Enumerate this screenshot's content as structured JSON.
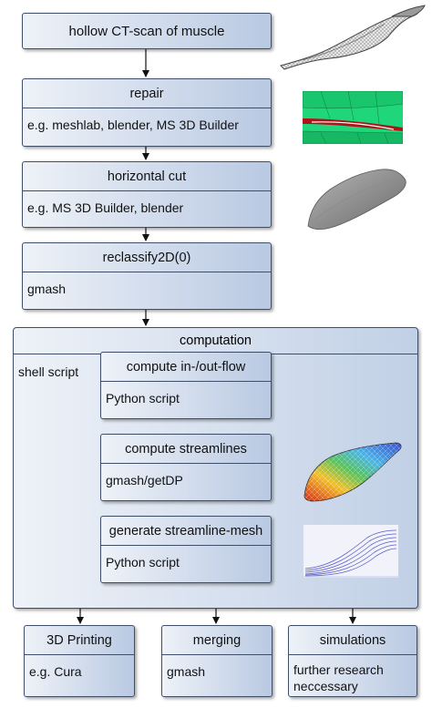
{
  "steps": {
    "input": "hollow CT-scan of muscle",
    "repair": {
      "title": "repair",
      "body": "e.g. meshlab, blender, MS 3D Builder"
    },
    "cut": {
      "title": "horizontal cut",
      "body": "e.g. MS 3D Builder, blender"
    },
    "reclassify": {
      "title": "reclassify2D(0)",
      "body": "gmash"
    }
  },
  "computation": {
    "title": "computation",
    "side_label": "shell script",
    "inflow": {
      "title": "compute in-/out-flow",
      "body": "Python script"
    },
    "streamlines": {
      "title": "compute streamlines",
      "body": "gmash/getDP"
    },
    "mesh": {
      "title": "generate streamline-mesh",
      "body": "Python script"
    }
  },
  "outputs": {
    "printing": {
      "title": "3D Printing",
      "body": "e.g. Cura"
    },
    "merging": {
      "title": "merging",
      "body": "gmash"
    },
    "simulations": {
      "title": "simulations",
      "body_line1": "further research",
      "body_line2": "neccessary"
    }
  },
  "icons": [
    "muscle-mesh-icon",
    "repair-mesh-icon",
    "cut-mesh-icon",
    "streamline-colormap-icon",
    "streamline-lines-icon"
  ]
}
